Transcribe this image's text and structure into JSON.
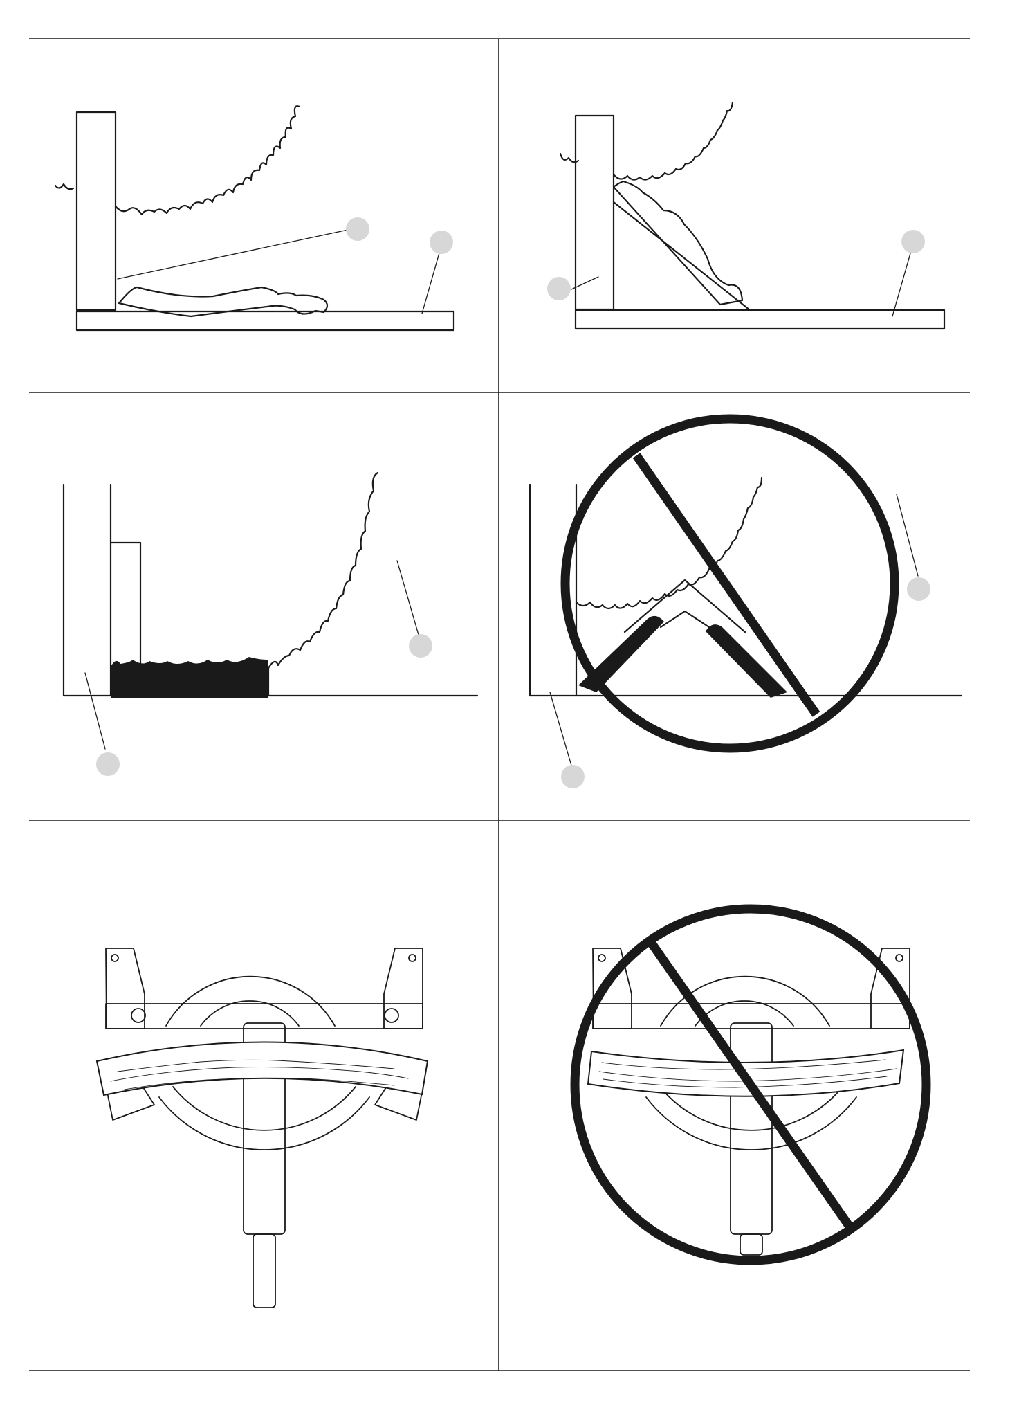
{
  "page": {
    "background": "#ffffff",
    "ink_color": "#1a1a1a",
    "callout_color": "#d7d7d7",
    "prohibited_color": "#1a1a1a"
  },
  "panels": [
    {
      "id": "crown-molding-flat",
      "prohibited": false,
      "callouts": 2
    },
    {
      "id": "crown-molding-angled",
      "prohibited": false,
      "callouts": 2
    },
    {
      "id": "base-molding-upright",
      "prohibited": false,
      "callouts": 2
    },
    {
      "id": "workpiece-tented-against-fence",
      "prohibited": true,
      "callouts": 2
    },
    {
      "id": "bowed-board-convex-side-to-fence",
      "prohibited": false,
      "callouts": 0
    },
    {
      "id": "bowed-board-concave-side-to-fence",
      "prohibited": true,
      "callouts": 0
    }
  ]
}
